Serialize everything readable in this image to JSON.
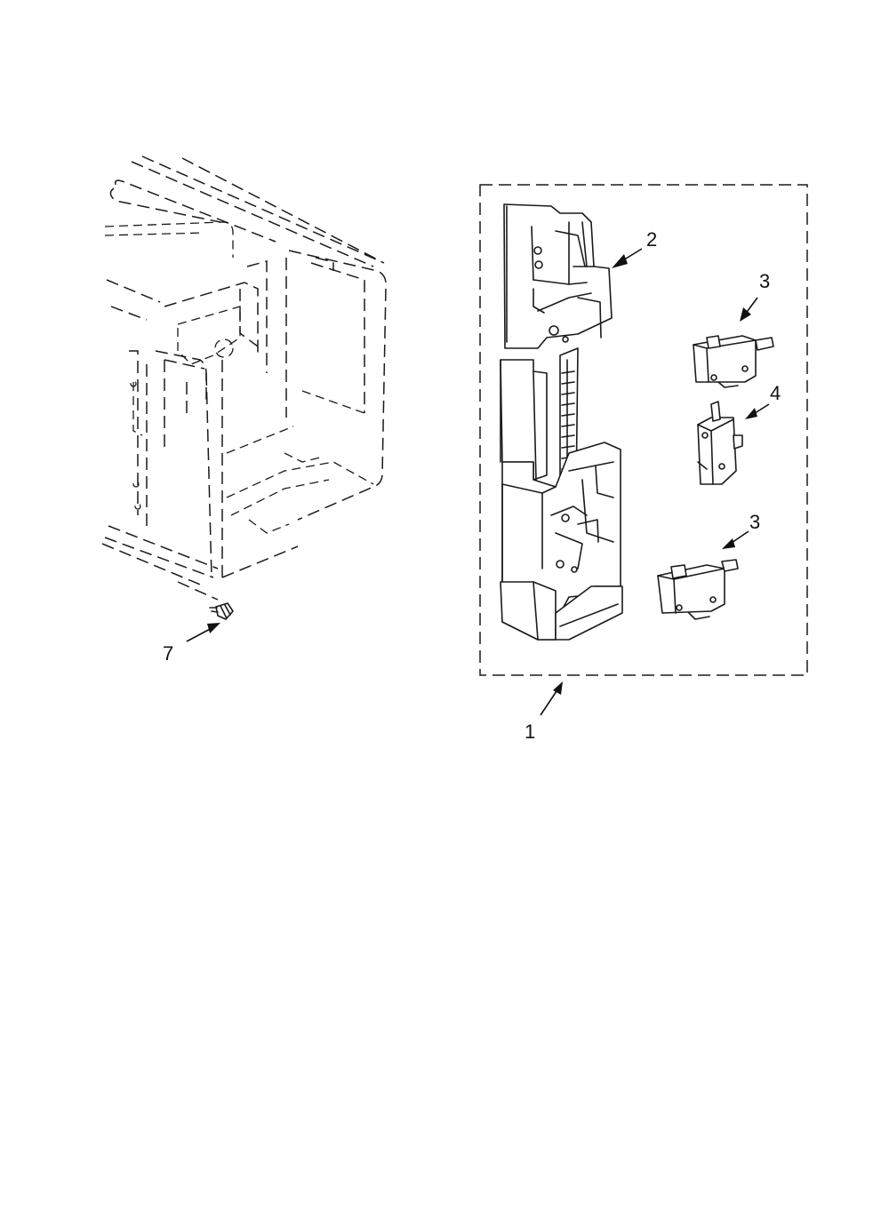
{
  "callouts": {
    "c1": "1",
    "c2": "2",
    "c3a": "3",
    "c3b": "3",
    "c4": "4",
    "c7": "7"
  },
  "colors": {
    "ink": "#1a1a1a",
    "background": "#ffffff"
  }
}
